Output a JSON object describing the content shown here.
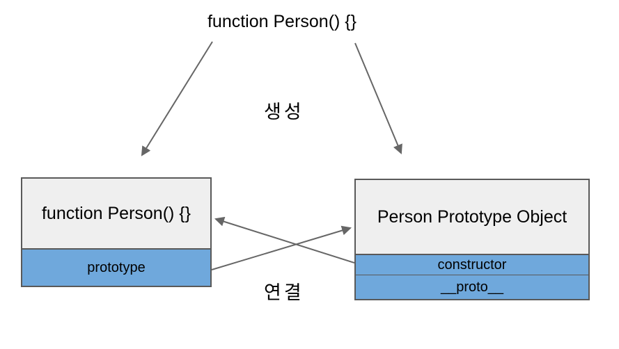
{
  "diagram": {
    "title": "function Person() {}",
    "labels": {
      "create": "생성",
      "link": "연결"
    },
    "left_box": {
      "header": "function Person() {}",
      "rows": [
        "prototype"
      ]
    },
    "right_box": {
      "header": "Person Prototype Object",
      "rows": [
        "constructor",
        "__proto__"
      ]
    },
    "arrows": [
      {
        "name": "create-arrow-to-function-box",
        "direction": "top-text to left box"
      },
      {
        "name": "create-arrow-to-prototype-object-box",
        "direction": "top-text to right box"
      },
      {
        "name": "prototype-link-arrow",
        "direction": "left box prototype row to right box"
      },
      {
        "name": "constructor-link-arrow",
        "direction": "right box constructor row to left box"
      }
    ],
    "colors": {
      "box_fill": "#efefef",
      "row_fill": "#6fa8dc",
      "border": "#595959",
      "arrow": "#666666",
      "text": "#000000"
    }
  }
}
